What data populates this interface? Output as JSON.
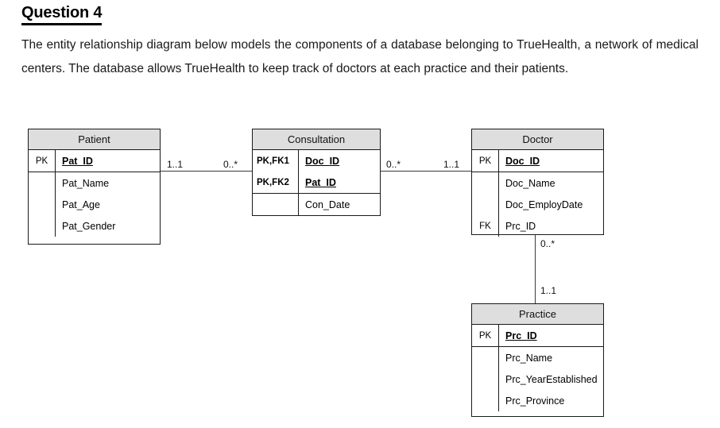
{
  "question": {
    "heading": "Question 4",
    "body": "The entity relationship diagram below models the components of a database belonging to TrueHealth, a network of medical centers. The database allows TrueHealth to keep track of doctors at each practice and their patients."
  },
  "diagram": {
    "entities": {
      "patient": {
        "title": "Patient",
        "keys": [
          {
            "key": "PK",
            "name": "Pat_ID"
          }
        ],
        "attributes": [
          {
            "key": "",
            "name": "Pat_Name"
          },
          {
            "key": "",
            "name": "Pat_Age"
          },
          {
            "key": "",
            "name": "Pat_Gender"
          }
        ]
      },
      "consultation": {
        "title": "Consultation",
        "keys": [
          {
            "key": "PK,FK1",
            "name": "Doc_ID"
          },
          {
            "key": "PK,FK2",
            "name": "Pat_ID"
          }
        ],
        "attributes": [
          {
            "key": "",
            "name": "Con_Date"
          }
        ]
      },
      "doctor": {
        "title": "Doctor",
        "keys": [
          {
            "key": "PK",
            "name": "Doc_ID"
          }
        ],
        "attributes": [
          {
            "key": "",
            "name": "Doc_Name"
          },
          {
            "key": "",
            "name": "Doc_EmployDate"
          },
          {
            "key": "FK",
            "name": "Prc_ID"
          }
        ]
      },
      "practice": {
        "title": "Practice",
        "keys": [
          {
            "key": "PK",
            "name": "Prc_ID"
          }
        ],
        "attributes": [
          {
            "key": "",
            "name": "Prc_Name"
          },
          {
            "key": "",
            "name": "Prc_YearEstablished"
          },
          {
            "key": "",
            "name": "Prc_Province"
          }
        ]
      }
    },
    "relationships": [
      {
        "from": "patient",
        "to": "consultation",
        "from_cardinality": "1..1",
        "to_cardinality": "0..*"
      },
      {
        "from": "consultation",
        "to": "doctor",
        "from_cardinality": "0..*",
        "to_cardinality": "1..1"
      },
      {
        "from": "doctor",
        "to": "practice",
        "from_cardinality": "0..*",
        "to_cardinality": "1..1"
      }
    ]
  },
  "colors": {
    "header_fill": "#dedede",
    "border": "#1a1a1a",
    "connector": "#3a3a3a",
    "text": "#000000"
  }
}
